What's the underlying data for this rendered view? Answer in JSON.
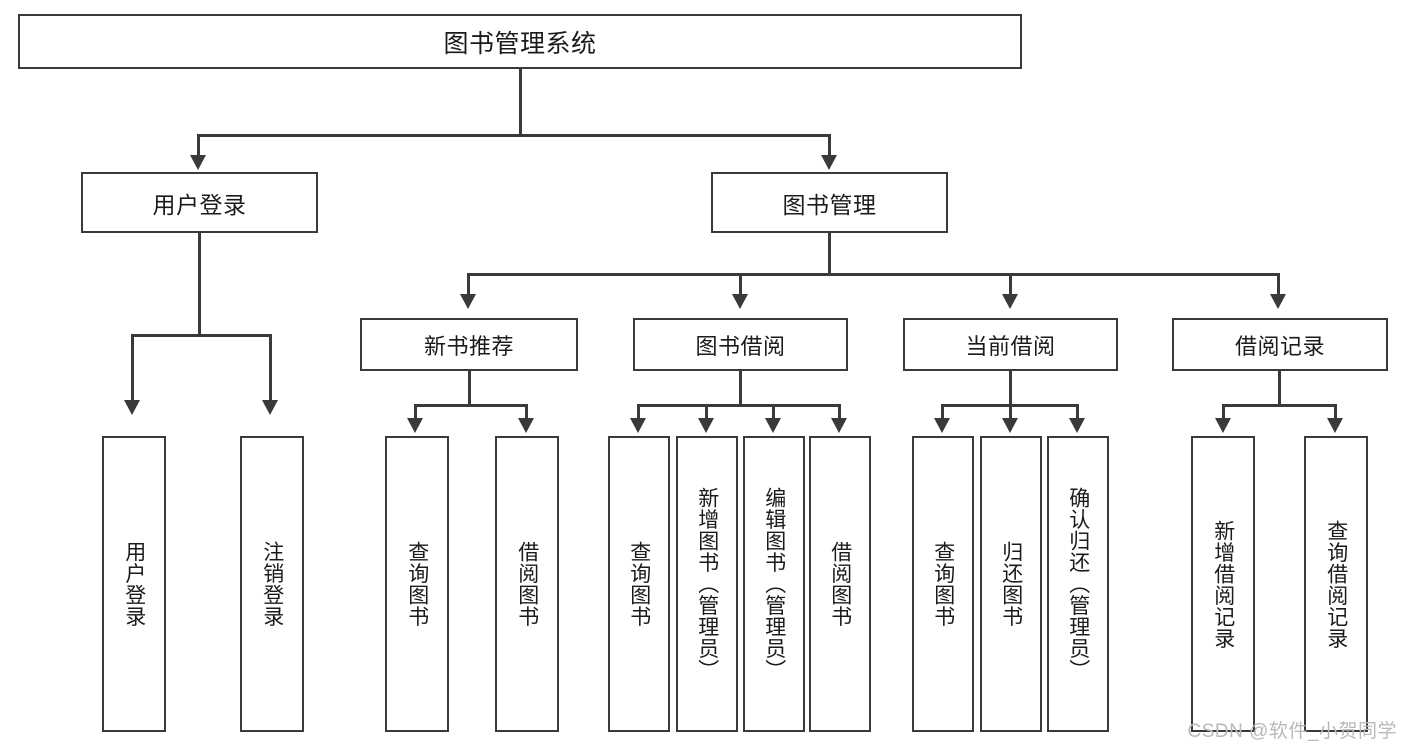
{
  "diagram": {
    "type": "tree",
    "title": "图书管理系统",
    "watermark": "CSDN @软件_小贺同学",
    "colors": {
      "stroke": "#3a3a3a",
      "box_fill": "#ffffff",
      "text": "#1b1b1b",
      "watermark": "#b9b9b9",
      "background": "#ffffff"
    },
    "root": {
      "label": "图书管理系统"
    },
    "level2": [
      {
        "label": "用户登录"
      },
      {
        "label": "图书管理"
      }
    ],
    "level3": [
      {
        "label": "新书推荐"
      },
      {
        "label": "图书借阅"
      },
      {
        "label": "当前借阅"
      },
      {
        "label": "借阅记录"
      }
    ],
    "leaves": {
      "user_login": [
        {
          "label": "用户登录"
        },
        {
          "label": "注销登录"
        }
      ],
      "new_book_recommend": [
        {
          "label": "查询图书"
        },
        {
          "label": "借阅图书"
        }
      ],
      "book_borrow": [
        {
          "label": "查询图书"
        },
        {
          "label": "新增图书（管理员）"
        },
        {
          "label": "编辑图书（管理员）"
        },
        {
          "label": "借阅图书"
        }
      ],
      "current_borrow": [
        {
          "label": "查询图书"
        },
        {
          "label": "归还图书"
        },
        {
          "label": "确认归还（管理员）"
        }
      ],
      "borrow_record": [
        {
          "label": "新增借阅记录"
        },
        {
          "label": "查询借阅记录"
        }
      ]
    }
  }
}
